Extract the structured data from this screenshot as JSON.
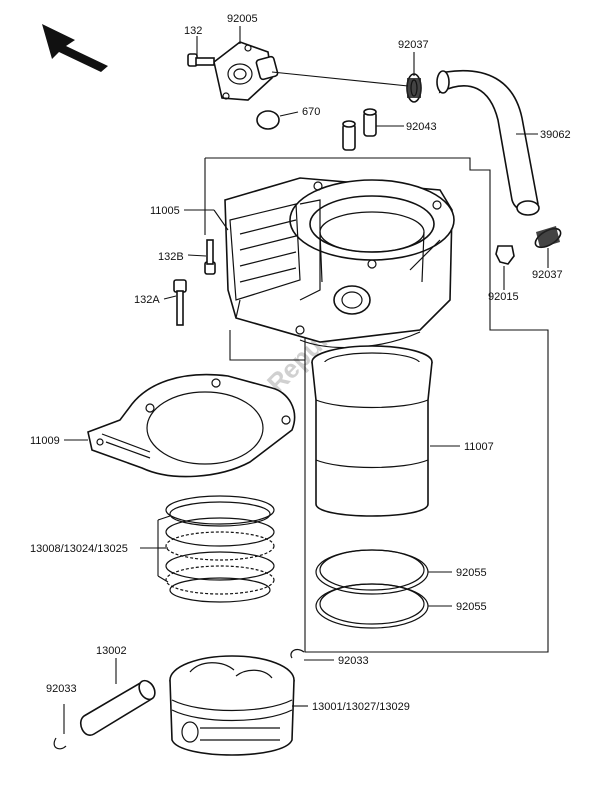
{
  "watermark": "PartsRepublik",
  "callouts": [
    {
      "id": "132",
      "text": "132"
    },
    {
      "id": "92005",
      "text": "92005"
    },
    {
      "id": "92037-top",
      "text": "92037"
    },
    {
      "id": "670",
      "text": "670"
    },
    {
      "id": "92043",
      "text": "92043"
    },
    {
      "id": "39062",
      "text": "39062"
    },
    {
      "id": "11005",
      "text": "11005"
    },
    {
      "id": "132B",
      "text": "132B"
    },
    {
      "id": "132A",
      "text": "132A"
    },
    {
      "id": "92037-right",
      "text": "92037"
    },
    {
      "id": "92015",
      "text": "92015"
    },
    {
      "id": "11009",
      "text": "11009"
    },
    {
      "id": "11007",
      "text": "11007"
    },
    {
      "id": "13008",
      "text": "13008/13024/13025"
    },
    {
      "id": "92055-a",
      "text": "92055"
    },
    {
      "id": "92055-b",
      "text": "92055"
    },
    {
      "id": "13002",
      "text": "13002"
    },
    {
      "id": "92033-left",
      "text": "92033"
    },
    {
      "id": "92033-right",
      "text": "92033"
    },
    {
      "id": "13001",
      "text": "13001/13027/13029"
    }
  ],
  "icons": {
    "direction": "front-direction-arrow-icon"
  }
}
